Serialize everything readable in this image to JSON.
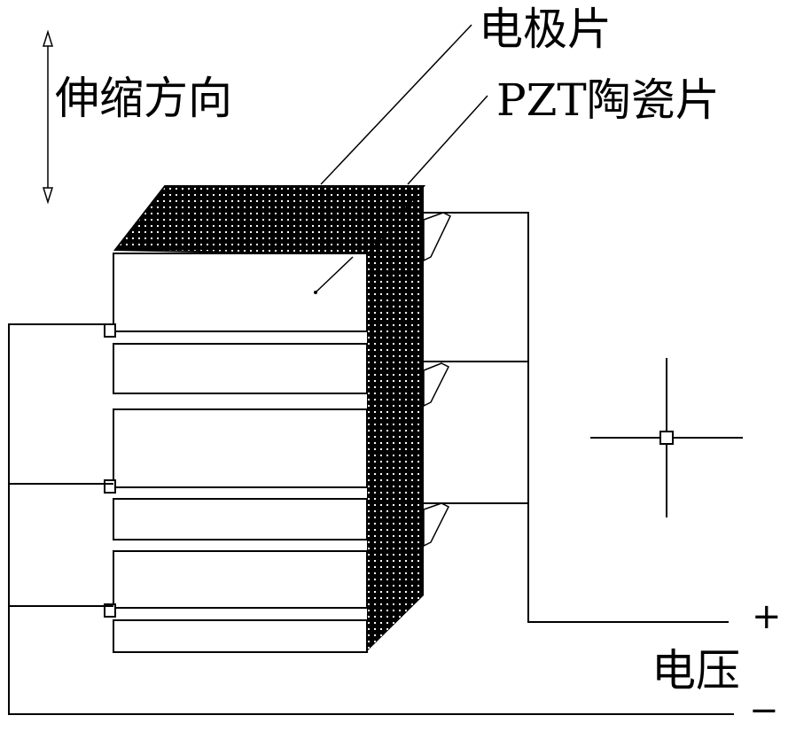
{
  "labels": {
    "electrode": "电极片",
    "pzt": "PZT陶瓷片",
    "direction": "伸缩方向",
    "voltage": "电压",
    "plus": "+",
    "minus": "−"
  },
  "colors": {
    "ink": "#000000",
    "background": "#ffffff",
    "dots": "#ffffff"
  },
  "icons": {
    "direction_arrow": "double-arrow-vertical-icon",
    "crosshair": "crosshair-cursor-icon"
  }
}
